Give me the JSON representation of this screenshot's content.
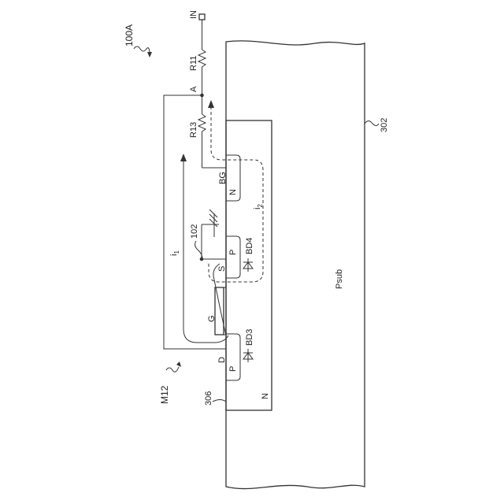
{
  "figure": {
    "ref_device": "100A",
    "ref_transistor": "M12",
    "ref_substrate": "302",
    "ref_well": "306",
    "ref_region": "102",
    "input_terminal": "IN",
    "node_a": "A",
    "resistor_top": "R11",
    "resistor_mid": "R13",
    "substrate_label": "Psub",
    "well_label": "N",
    "bg_region_label": "N",
    "bg_terminal": "BG",
    "source_region_label": "P",
    "source_terminal": "S",
    "drain_region_label": "P",
    "drain_terminal": "D",
    "gate_terminal": "G",
    "diode_source": "BD4",
    "diode_drain": "BD3",
    "current_1_main": "i",
    "current_1_sub": "1",
    "current_2_main": "i",
    "current_2_sub": "2"
  }
}
